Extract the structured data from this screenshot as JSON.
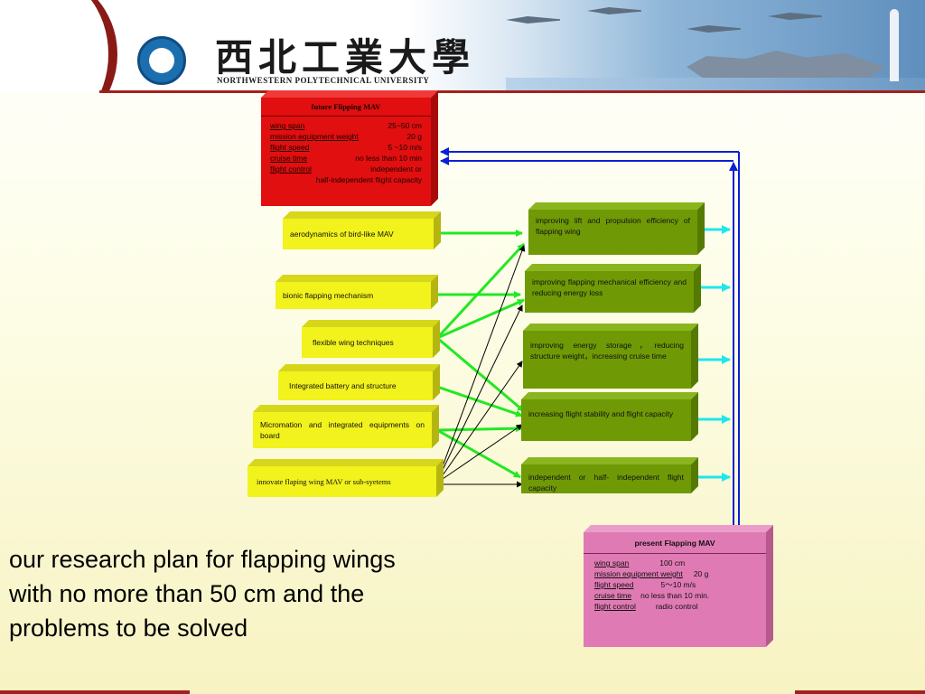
{
  "header": {
    "cn_name": "西北工業大學",
    "en_name": "NORTHWESTERN POLYTECHNICAL UNIVERSITY"
  },
  "future_box": {
    "title": "future Flipping MAV",
    "rows": [
      {
        "key": "wing span",
        "value": "25~50 cm"
      },
      {
        "key": "mission equipment weight",
        "value": "20 g"
      },
      {
        "key": "flight speed",
        "value": "5 ~10 m/s"
      },
      {
        "key": "cruise time",
        "value": "no less than 10 min"
      },
      {
        "key": "flight control",
        "value": "independent or"
      }
    ],
    "tail": "half-independent flight capacity"
  },
  "left_boxes": [
    {
      "id": "aero",
      "label": "aerodynamics of bird-like MAV"
    },
    {
      "id": "bionic",
      "label": "bionic flapping mechanism"
    },
    {
      "id": "flex",
      "label": "flexible wing techniques"
    },
    {
      "id": "battery",
      "label": "Integrated battery and structure"
    },
    {
      "id": "micro",
      "label": "Micromation and integrated equipments on board"
    },
    {
      "id": "innov",
      "label": "innovate flaping wing MAV or sub-syetems"
    }
  ],
  "right_boxes": [
    {
      "id": "lift",
      "label": "improving lift and propulsion efficiency of flapping wing"
    },
    {
      "id": "mech",
      "label": "improving flapping mechanical efficiency and reducing energy  loss"
    },
    {
      "id": "energy",
      "label": "improving energy storage，reducing structure weight，increasing cruise time"
    },
    {
      "id": "stab",
      "label": "increasing flight stability and flight capacity"
    },
    {
      "id": "indep",
      "label": "independent or half- independent flight capacity"
    }
  ],
  "present_box": {
    "title": "present Flapping MAV",
    "rows": [
      {
        "key": "wing span",
        "value": "100 cm"
      },
      {
        "key": "mission equipment weight",
        "value": "20 g"
      },
      {
        "key": "flight speed",
        "value": "5～10 m/s"
      },
      {
        "key": "cruise time",
        "value": "no less than 10 min."
      },
      {
        "key": "flight control",
        "value": "radio control"
      }
    ]
  },
  "caption": "our research plan for flapping wings with no more than 50 cm and the problems to be solved",
  "colors": {
    "yellow_box": "#f2f21c",
    "green_box": "#6f9a06",
    "red_box": "#e10f0f",
    "pink_box": "#e07ab4",
    "green_arrow": "#22e822",
    "cyan_arrow": "#1ee6f0",
    "blue_line": "#0a1fd6",
    "accent_red": "#a3211b"
  }
}
